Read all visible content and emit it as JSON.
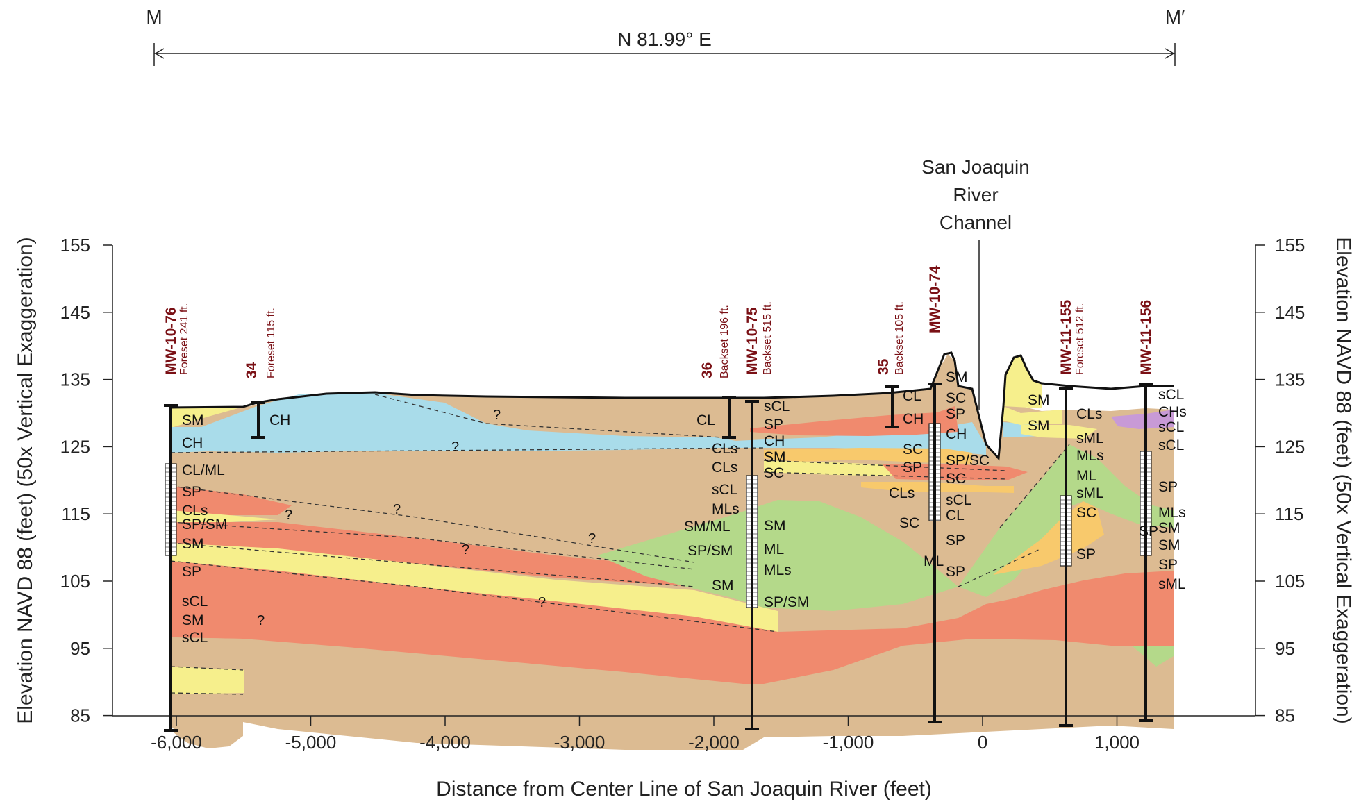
{
  "section": {
    "left_label": "M",
    "right_label": "M′",
    "bearing": "N 81.99° E"
  },
  "river_label": [
    "San Joaquin",
    "River",
    "Channel"
  ],
  "axes": {
    "y_title": "Elevation NAVD 88 (feet) (50x Vertical Exaggeration)",
    "x_title": "Distance from Center Line of San Joaquin River (feet)",
    "y_ticks": [
      "155",
      "145",
      "135",
      "125",
      "115",
      "105",
      "95",
      "85"
    ],
    "x_ticks": [
      "-6,000",
      "-5,000",
      "-4,000",
      "-3,000",
      "-2,000",
      "-1,000",
      "0",
      "1,000"
    ]
  },
  "wells": [
    {
      "name": "MW-10-76",
      "note": "Foreset 241 ft."
    },
    {
      "name": "34",
      "note": "Foreset 115 ft."
    },
    {
      "name": "36",
      "note": "Backset 196 ft."
    },
    {
      "name": "MW-10-75",
      "note": "Backset 515 ft."
    },
    {
      "name": "35",
      "note": "Backset 105 ft."
    },
    {
      "name": "MW-10-74",
      "note": ""
    },
    {
      "name": "MW-11-155",
      "note": "Foreset 512 ft."
    },
    {
      "name": "MW-11-156",
      "note": ""
    }
  ],
  "soil_labels": [
    "SM",
    "CH",
    "CL/ML",
    "SP",
    "CLs",
    "SP/SM",
    "SM",
    "SP",
    "sCL",
    "SM",
    "sCL",
    "CH",
    "CL",
    "sCL",
    "SP",
    "CH",
    "CLs",
    "SM",
    "CLs",
    "SC",
    "sCL",
    "MLs",
    "SM/ML",
    "SM",
    "ML",
    "SP/SM",
    "MLs",
    "SM",
    "SP/SM",
    "CL",
    "CH",
    "SC",
    "SP",
    "CLs",
    "SC",
    "SM",
    "SC",
    "SP",
    "CH",
    "SP/SC",
    "SC",
    "sCL",
    "CL",
    "SP",
    "ML",
    "SP",
    "SM",
    "SM",
    "CLs",
    "sML",
    "MLs",
    "ML",
    "sML",
    "SC",
    "SP",
    "SP",
    "sCL",
    "CHs",
    "sCL",
    "sCL",
    "SP",
    "MLs",
    "SM",
    "SM",
    "SP",
    "sML"
  ],
  "question_marks": [
    "?",
    "?",
    "?",
    "?",
    "?",
    "?",
    "?",
    "?"
  ],
  "colors": {
    "clay_silt": "#dcbb92",
    "high_plastic_clay": "#a9dcea",
    "sand": "#f6ef8c",
    "sand_clayey": "#f8c96c",
    "poorly_graded_sand": "#f08a6e",
    "silt": "#b4d98a",
    "high_plastic_clay_sandy": "#c89ad6",
    "well_name": "#7a1015"
  }
}
